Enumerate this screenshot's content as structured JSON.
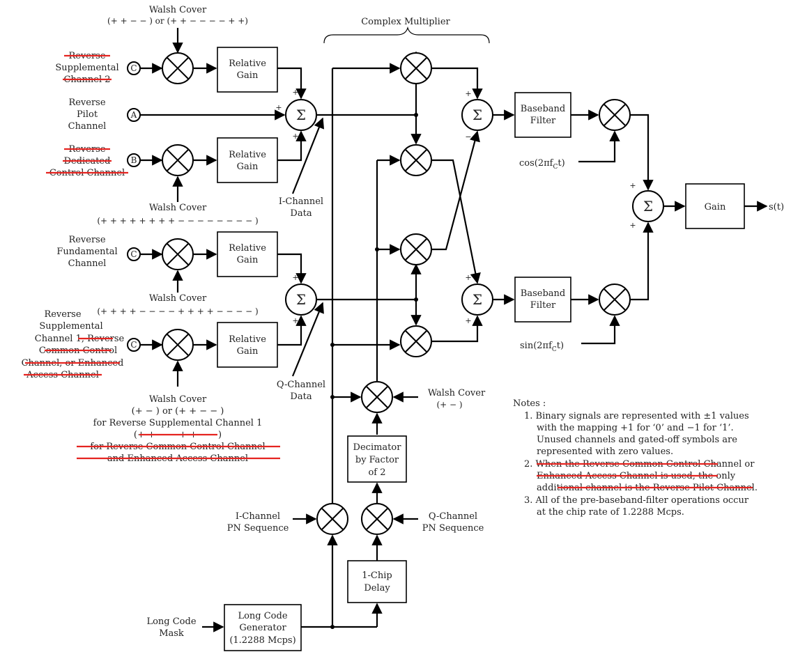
{
  "complex_multiplier_label": "Complex Multiplier",
  "inputs": {
    "c_top": {
      "label_lines": [
        "Reverse",
        "Supplemental",
        "Channel 2"
      ],
      "struck_lines": [
        0,
        2
      ],
      "terminal": "C"
    },
    "pilot": {
      "label_lines": [
        "Reverse",
        "Pilot",
        "Channel"
      ],
      "terminal": "A"
    },
    "dedicated": {
      "label_lines": [
        "Reverse",
        "Dedicated",
        "Control Channel"
      ],
      "struck_lines": [
        0,
        1,
        2
      ],
      "terminal": "B"
    },
    "fundamental": {
      "label_lines": [
        "Reverse",
        "Fundamental",
        "Channel"
      ],
      "terminal": "C"
    },
    "supplemental1": {
      "label_lines": [
        "Reverse",
        "Supplemental",
        "Channel 1, Reverse",
        "Common Control",
        "Channel, or Enhanced",
        "Access Channel"
      ],
      "terminal": "C"
    }
  },
  "walsh": {
    "top": [
      "Walsh Cover",
      "(+ + − − ) or (+ + − − − − + +)"
    ],
    "dedicated": [
      "Walsh Cover",
      "(+ + + + + + + + − − − − − − − − )"
    ],
    "fundamental": [
      "Walsh Cover",
      "(+ + + + − − − − + + + + − − − − )"
    ],
    "bottom": [
      "Walsh Cover",
      "(+ − ) or (+ + − − )",
      "for Reverse Supplemental Channel 1",
      "(+ + − − + + − −)",
      "for Reverse Common Control Channel",
      "and Enhanced Access Channel"
    ],
    "decimator_side": [
      "Walsh Cover",
      "(+ − )"
    ]
  },
  "blocks": {
    "relative_gain": [
      "Relative",
      "Gain"
    ],
    "baseband_filter": [
      "Baseband",
      "Filter"
    ],
    "gain": "Gain",
    "decimator": [
      "Decimator",
      "by Factor",
      "of 2"
    ],
    "chip_delay": [
      "1-Chip",
      "Delay"
    ],
    "long_code_gen": [
      "Long Code",
      "Generator",
      "(1.2288 Mcps)"
    ]
  },
  "signals": {
    "sigma": "Σ",
    "plus": "+",
    "minus": "−",
    "i_data": [
      "I-Channel",
      "Data"
    ],
    "q_data": [
      "Q-Channel",
      "Data"
    ],
    "cos": "cos(2πf",
    "sin": "sin(2πf",
    "sub_c": "C",
    "tail": "t)",
    "output": "s(t)",
    "i_pn": [
      "I-Channel",
      "PN Sequence"
    ],
    "q_pn": [
      "Q-Channel",
      "PN Sequence"
    ],
    "long_mask": [
      "Long Code",
      "Mask"
    ]
  },
  "notes": {
    "title": "Notes :",
    "items": [
      [
        "1. Binary signals are represented with ±1 values",
        "with the mapping +1 for ‘0’ and −1 for ‘1’.",
        "Unused channels and gated-off symbols are",
        "represented with zero values."
      ],
      [
        "2. When the Reverse Common Control Channel or",
        "Enhanced Access Channel is used, the only",
        "additional channel is the Reverse Pilot Channel."
      ],
      [
        "3. All of the pre-baseband-filter operations occur",
        "at the chip rate of 1.2288 Mcps."
      ]
    ]
  }
}
